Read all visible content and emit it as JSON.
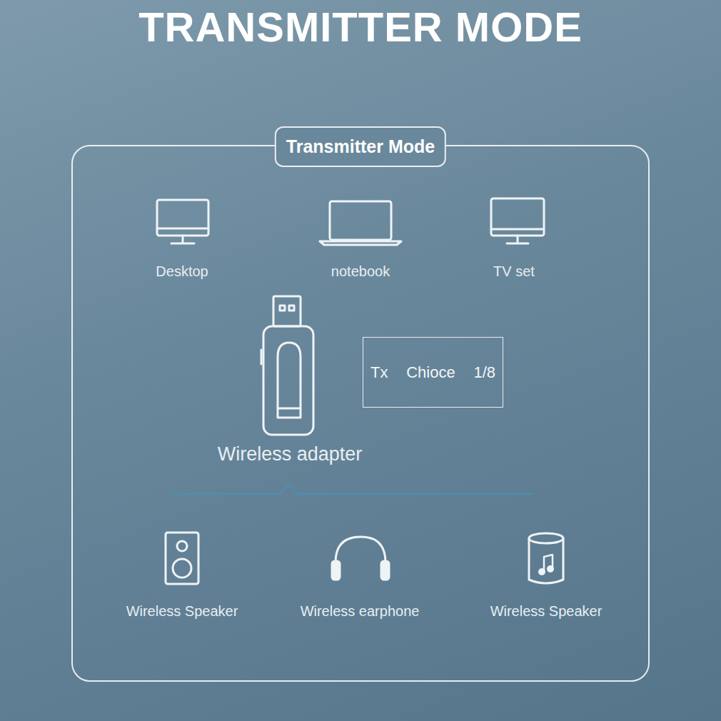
{
  "diagram": {
    "title": "TRANSMITTER MODE",
    "nodes": [
      {
        "text": [
          "Transmitter Mode"
        ]
      },
      {
        "text": [
          "Tx",
          "Chioce",
          "1/8"
        ],
        "in": 0
      }
    ],
    "labels": [
      "Desktop",
      "notebook",
      "TV set",
      "Wireless adapter",
      "Wireless Speaker",
      "Wireless earphone",
      "Wireless Speaker"
    ]
  }
}
